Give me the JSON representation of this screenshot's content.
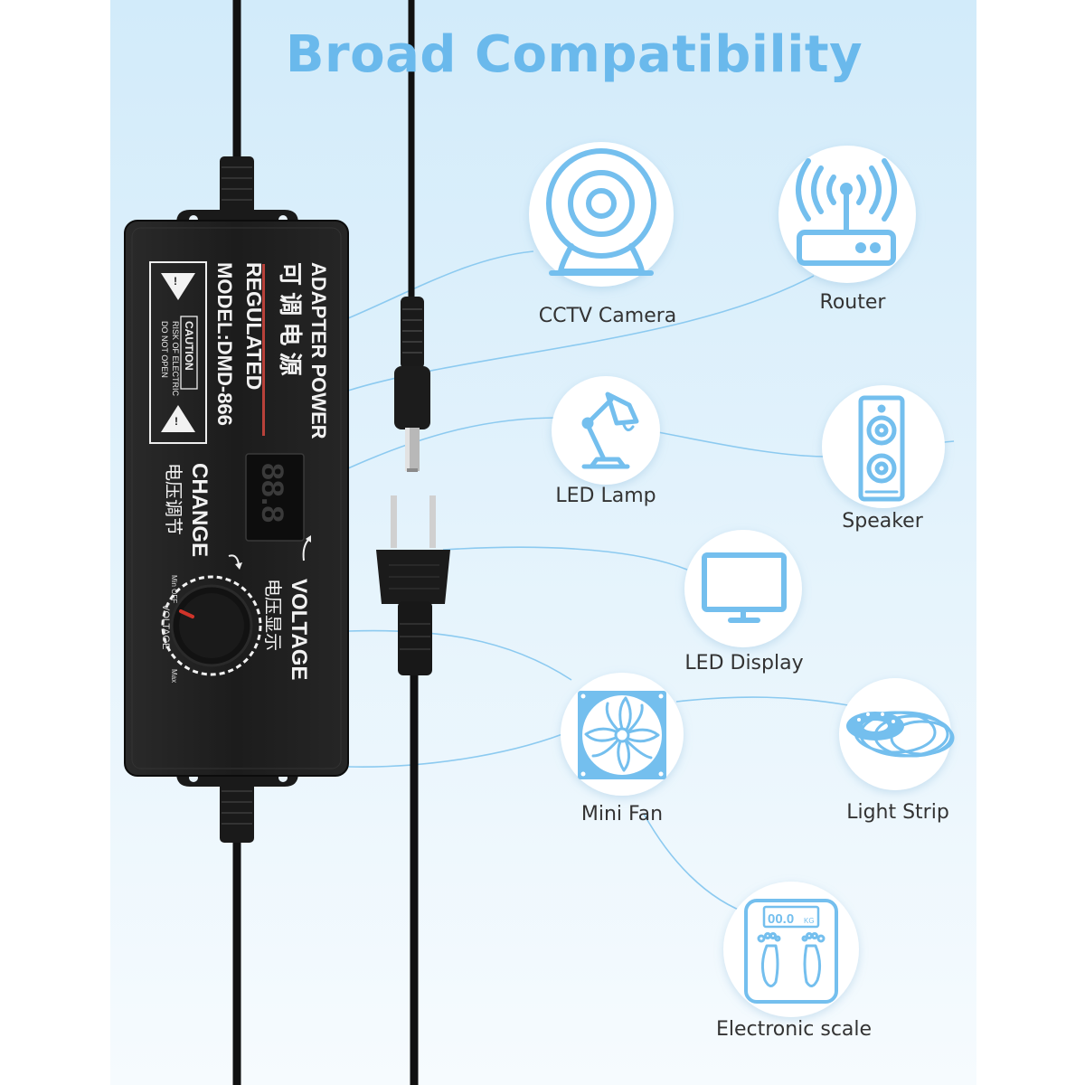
{
  "title": "Broad Compatibility",
  "colors": {
    "title": "#6ab9ec",
    "icon": "#74bfee",
    "line": "#8ccaf0",
    "panel_top": "#d2ebfa",
    "panel_bottom": "#f6fbfe",
    "adapter_body": "#1d1d1d",
    "cable": "#111111"
  },
  "devices": [
    {
      "label": "CCTV Camera",
      "icon": "webcam-icon"
    },
    {
      "label": "Router",
      "icon": "router-icon"
    },
    {
      "label": "LED Lamp",
      "icon": "desk-lamp-icon"
    },
    {
      "label": "Speaker",
      "icon": "speaker-icon"
    },
    {
      "label": "LED Display",
      "icon": "monitor-icon"
    },
    {
      "label": "Mini Fan",
      "icon": "fan-icon"
    },
    {
      "label": "Light Strip",
      "icon": "led-strip-icon"
    },
    {
      "label": "Electronic scale",
      "icon": "scale-icon"
    }
  ],
  "adapter": {
    "line1": "ADAPTER POWER",
    "line2": "可 调 电 源",
    "line3": "REGULATED",
    "line4": "MODEL:DMD-866",
    "caution": "CAUTION",
    "risk1": "RISK OF ELECTRIC",
    "risk2": "DO NOT OPEN",
    "voltage_en": "VOLTAGE",
    "voltage_cn": "电压显示",
    "change_en": "CHANGE",
    "change_cn": "电压调节",
    "dial_label": "VOLTAGE",
    "dial_min": "Min OFF",
    "dial_max": "Max",
    "display": "88.8"
  },
  "scale_reading": "00.0",
  "scale_unit": "KG"
}
